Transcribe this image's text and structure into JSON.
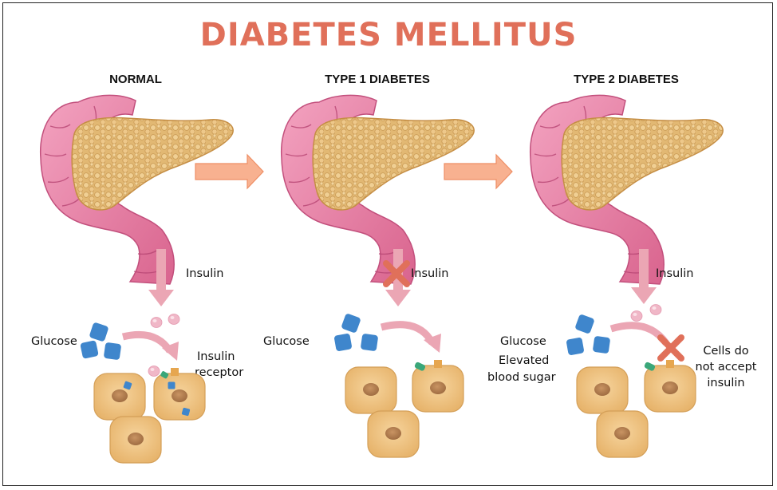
{
  "title": "DIABETES MELLITUS",
  "panels": [
    {
      "heading": "NORMAL",
      "insulin_label": "Insulin",
      "glucose_label": "Glucose",
      "receptor_label_1": "Insulin",
      "receptor_label_2": "receptor"
    },
    {
      "heading": "TYPE 1 DIABETES",
      "insulin_label": "Insulin",
      "glucose_label": "Glucose"
    },
    {
      "heading": "TYPE 2 DIABETES",
      "insulin_label": "Insulin",
      "glucose_label": "Glucose",
      "sugar_label_1": "Elevated",
      "sugar_label_2": "blood sugar",
      "cells_label_1": "Cells do",
      "cells_label_2": "not accept",
      "cells_label_3": "insulin"
    }
  ],
  "colors": {
    "title": "#e0705a",
    "arrow": "#f6a37e",
    "insulin_arrow": "#eba6b4",
    "glucose": "#3f86cc",
    "cell": "#f0c381",
    "receptor": "#3aa77a",
    "cross": "#e0705a"
  },
  "icons": [
    "pancreas-icon",
    "arrow-right-icon",
    "arrow-down-icon",
    "cross-icon",
    "glucose-icon",
    "insulin-icon",
    "cell-icon",
    "receptor-icon"
  ]
}
